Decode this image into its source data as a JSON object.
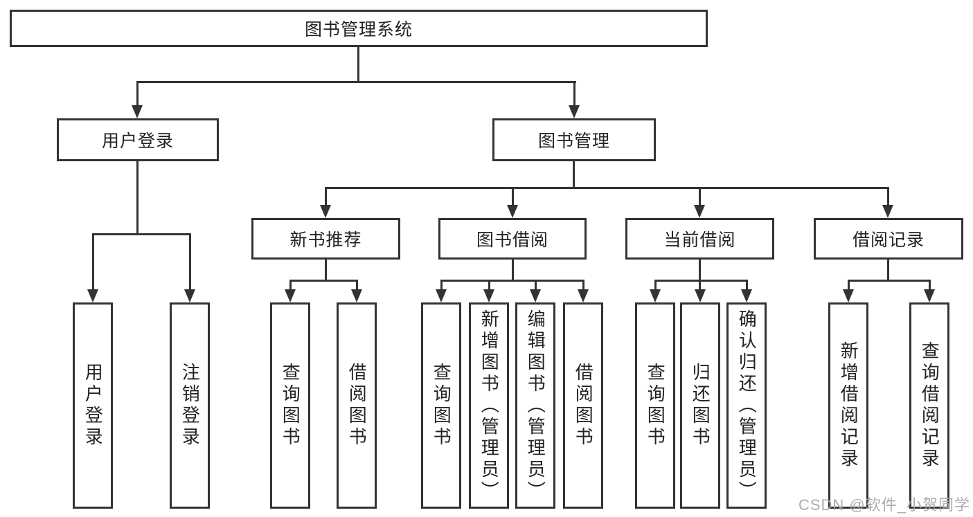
{
  "tree": {
    "root": {
      "label": "图书管理系统"
    },
    "level1": [
      {
        "label": "用户登录"
      },
      {
        "label": "图书管理"
      }
    ],
    "level2": [
      {
        "label": "新书推荐"
      },
      {
        "label": "图书借阅"
      },
      {
        "label": "当前借阅"
      },
      {
        "label": "借阅记录"
      }
    ],
    "leaves": {
      "user_login": [
        "用户登录",
        "注销登录"
      ],
      "new_book": [
        "查询图书",
        "借阅图书"
      ],
      "book_borrow": [
        "查询图书",
        "新增图书（管理员）",
        "编辑图书（管理员）",
        "借阅图书"
      ],
      "current_borrow": [
        "查询图书",
        "归还图书",
        "确认归还（管理员）"
      ],
      "borrow_records": [
        "新增借阅记录",
        "查询借阅记录"
      ]
    }
  },
  "watermark": {
    "text": "CSDN @软件_小贺同学"
  },
  "colors": {
    "line": "#333333",
    "box_border": "#333333",
    "box_background": "#ffffff",
    "text": "#222222",
    "watermark": "#a6a6a6",
    "page_background": "#ffffff"
  }
}
